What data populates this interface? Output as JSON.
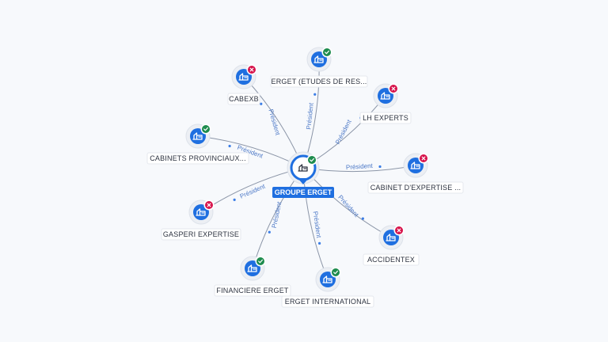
{
  "center": {
    "label": "GROUPE ERGET",
    "icon": "building-icon",
    "status": "active"
  },
  "edge_label": "Président",
  "nodes": [
    {
      "label": "CABEXB",
      "status": "inactive",
      "icon": "building-icon"
    },
    {
      "label": "ERGET (ETUDES DE RES...",
      "status": "active",
      "icon": "building-icon"
    },
    {
      "label": "LH EXPERTS",
      "status": "inactive",
      "icon": "building-icon"
    },
    {
      "label": "CABINETS PROVINCIAUX...",
      "status": "active",
      "icon": "building-icon"
    },
    {
      "label": "CABINET D'EXPERTISE ...",
      "status": "inactive",
      "icon": "building-icon"
    },
    {
      "label": "GASPERI EXPERTISE",
      "status": "inactive",
      "icon": "building-icon"
    },
    {
      "label": "ACCIDENTEX",
      "status": "inactive",
      "icon": "building-icon"
    },
    {
      "label": "FINANCIERE ERGET",
      "status": "active",
      "icon": "building-icon"
    },
    {
      "label": "ERGET INTERNATIONAL",
      "status": "active",
      "icon": "building-icon"
    }
  ],
  "colors": {
    "node": "#1f6fe0",
    "active": "#1e8c4e",
    "inactive": "#d7134b",
    "edge_label": "#4d79c7"
  }
}
